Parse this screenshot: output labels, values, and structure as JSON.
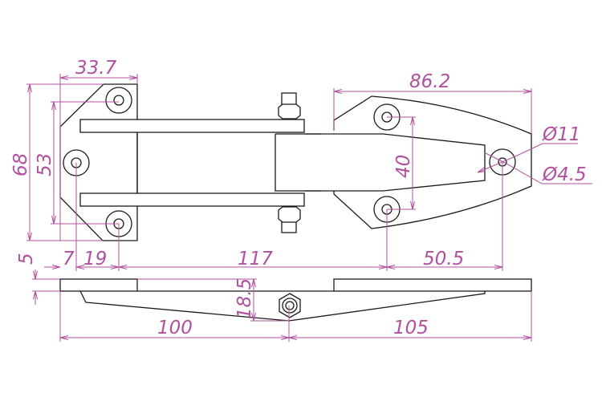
{
  "drawing": {
    "title": "Hinge dimension drawing",
    "dim_color": "#b0509f",
    "line_color": "#1a1a1a",
    "dimensions": {
      "plate_left_width": "33.7",
      "plate_left_height": "68",
      "left_hole_spacing": "53",
      "left_offset_7": "7",
      "left_offset_19": "19",
      "center_span": "117",
      "right_span": "50.5",
      "right_plate_width": "86.2",
      "right_hole_spacing": "40",
      "outer_diameter": "Ø11",
      "hole_diameter": "Ø4.5",
      "plate_thickness": "5",
      "arm_drop": "18.5",
      "side_left": "100",
      "side_right": "105"
    }
  }
}
